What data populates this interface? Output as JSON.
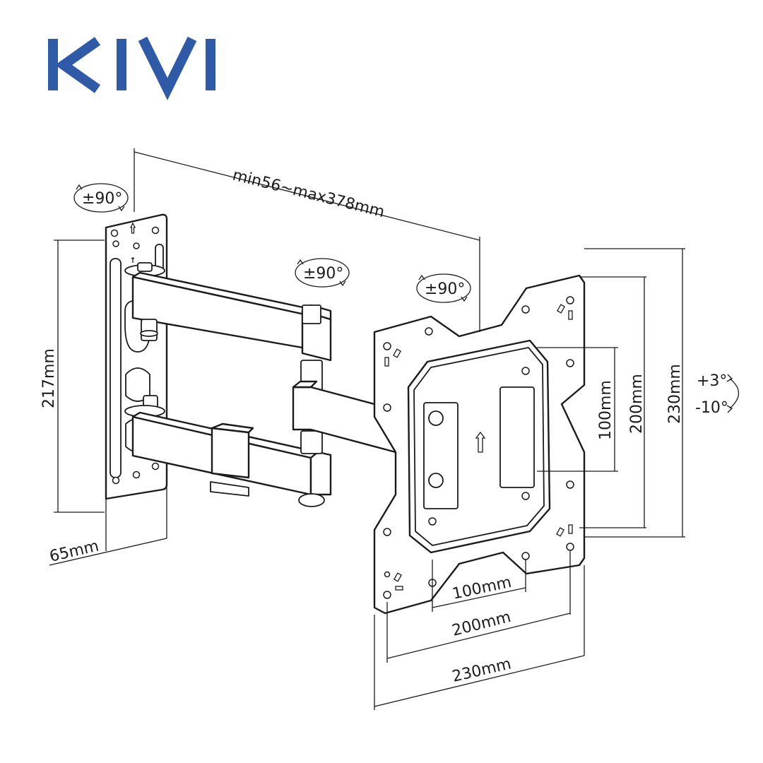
{
  "brand": {
    "name": "KIVI",
    "color": "#2f5aa8"
  },
  "dimensions": {
    "arm_length": "min56~max378mm",
    "wall_plate_height": "217mm",
    "wall_plate_depth": "65mm",
    "vesa_small_vertical": "100mm",
    "vesa_large_vertical": "200mm",
    "plate_height": "230mm",
    "vesa_small_horizontal": "100mm",
    "vesa_large_horizontal": "200mm",
    "plate_width": "230mm"
  },
  "rotations": {
    "wall_swivel": "±90°",
    "arm_swivel": "±90°",
    "head_swivel": "±90°",
    "tilt_up": "+3°",
    "tilt_down": "-10°"
  },
  "colors": {
    "line": "#1b1b1b",
    "background": "#ffffff"
  }
}
